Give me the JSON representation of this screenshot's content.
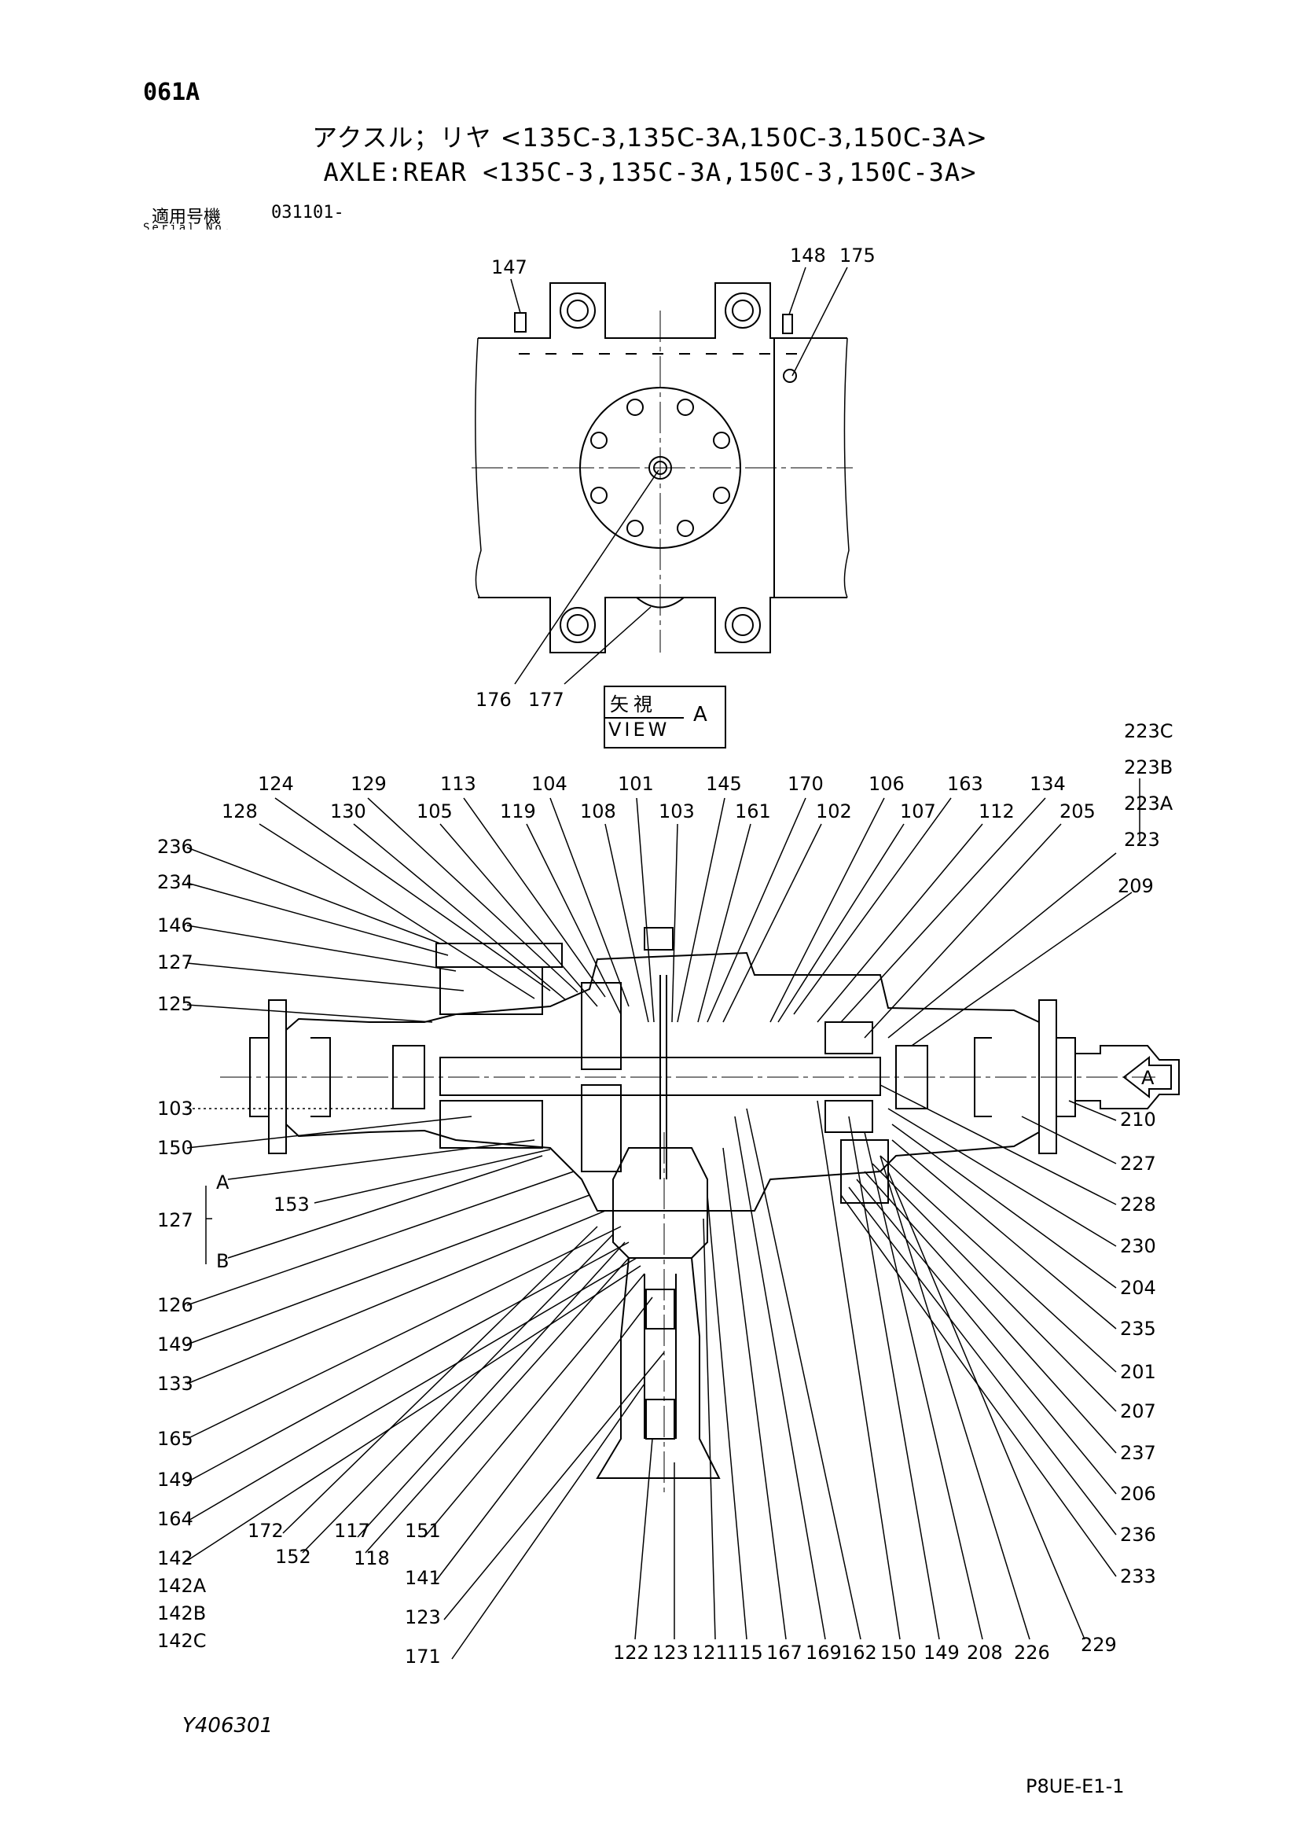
{
  "page_id": "061A",
  "title_jp": "アクスル；リヤ <135C-3,135C-3A,150C-3,150C-3A>",
  "title_en": "AXLE:REAR <135C-3,135C-3A,150C-3,150C-3A>",
  "serial": {
    "label_jp": "適用号機",
    "label_en": "Serial No.",
    "value": "031101-"
  },
  "view_label": {
    "jp": "矢視",
    "en": "VIEW",
    "letter": "A"
  },
  "drawing_no": "Y406301",
  "sheet_ref": "P8UE-E1-1",
  "callouts": {
    "top_view": [
      "147",
      "148",
      "175",
      "176",
      "177"
    ],
    "top_row1": [
      "124",
      "129",
      "113",
      "104",
      "101",
      "145",
      "170",
      "106",
      "163",
      "134"
    ],
    "top_row2": [
      "128",
      "130",
      "105",
      "119",
      "108",
      "103",
      "161",
      "102",
      "107",
      "112",
      "205"
    ],
    "right_stack_top": [
      "223C",
      "223B",
      "223A",
      "223",
      "209"
    ],
    "left_column": [
      "236",
      "234",
      "146",
      "127",
      "125",
      "103",
      "150",
      "153",
      "126",
      "149",
      "133",
      "165",
      "149",
      "164",
      "142",
      "142A",
      "142B",
      "142C"
    ],
    "group_127": {
      "label": "127",
      "a": "A",
      "b": "B"
    },
    "bottom_left": [
      "172",
      "152",
      "117",
      "118",
      "151",
      "141",
      "123",
      "171"
    ],
    "bottom_row": [
      "122",
      "123",
      "121",
      "115",
      "167",
      "169",
      "162",
      "150",
      "149",
      "208",
      "226",
      "229"
    ],
    "right_column": [
      "210",
      "227",
      "228",
      "230",
      "204",
      "235",
      "201",
      "207",
      "237",
      "206",
      "236",
      "233"
    ],
    "view_arrow": "A"
  }
}
